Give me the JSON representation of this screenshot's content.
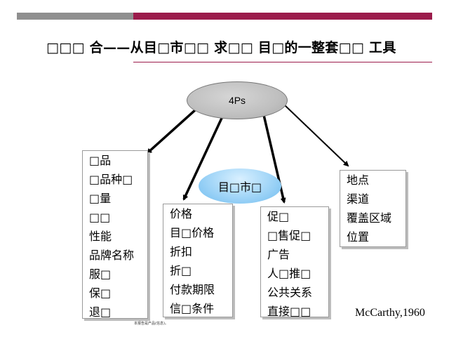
{
  "slide": {
    "title": "□□□ 合——从目□市□□ 求□□ 目□的一整套□□ 工具",
    "citation": "McCarthy,1960",
    "footnote": "本报告是产品(信息)。"
  },
  "diagram": {
    "center_label": "4Ps",
    "market_label": "目□市□",
    "product_items": [
      "□品",
      "□品种□",
      "□量",
      "□□",
      "性能",
      "品牌名称",
      "服□",
      "保□",
      "退□"
    ],
    "price_items": [
      "价格",
      "目□价格",
      "折扣",
      "折□",
      "付款期限",
      "信□条件"
    ],
    "promotion_items": [
      "促□",
      "□售促□",
      "广告",
      "人□推□",
      "公共关系",
      "直接□□"
    ],
    "place_items": [
      "地点",
      "渠道",
      "覆盖区域",
      "位置"
    ]
  },
  "colors": {
    "accent": "#9b1b4b",
    "top_bar_gray": "#8f8f8f",
    "ellipse_gray": "#bfbfbf",
    "market_blue": "#9fd4f7"
  }
}
